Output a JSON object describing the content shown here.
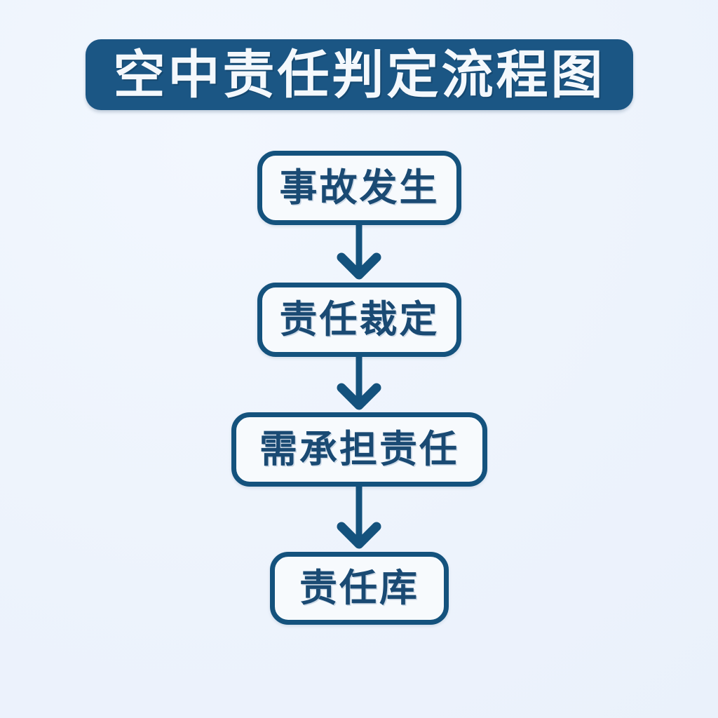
{
  "page": {
    "background_color": "#eef4fc",
    "accent_color": "#1b5684",
    "node_border_color": "#14527d",
    "node_fill_color": "#f7fafd",
    "text_color": "#1a4a73",
    "title_text_color": "#f4f8fc",
    "arrow_color": "#14527d"
  },
  "header": {
    "title": "空中责任判定流程图"
  },
  "flowchart": {
    "type": "flowchart",
    "orientation": "vertical",
    "nodes": [
      {
        "id": "node-1",
        "label": "事故发生",
        "shape": "rounded-rectangle"
      },
      {
        "id": "node-2",
        "label": "责任裁定",
        "shape": "rounded-rectangle"
      },
      {
        "id": "node-3",
        "label": "需承担责任",
        "shape": "rounded-rectangle"
      },
      {
        "id": "node-4",
        "label": "责任库",
        "shape": "rounded-rectangle"
      }
    ],
    "edges": [
      {
        "from": "node-1",
        "to": "node-2",
        "label": "",
        "arrow": "down-arrow"
      },
      {
        "from": "node-2",
        "to": "node-3",
        "label": "",
        "arrow": "down-arrow"
      },
      {
        "from": "node-3",
        "to": "node-4",
        "label": "",
        "arrow": "down-arrow"
      }
    ]
  }
}
